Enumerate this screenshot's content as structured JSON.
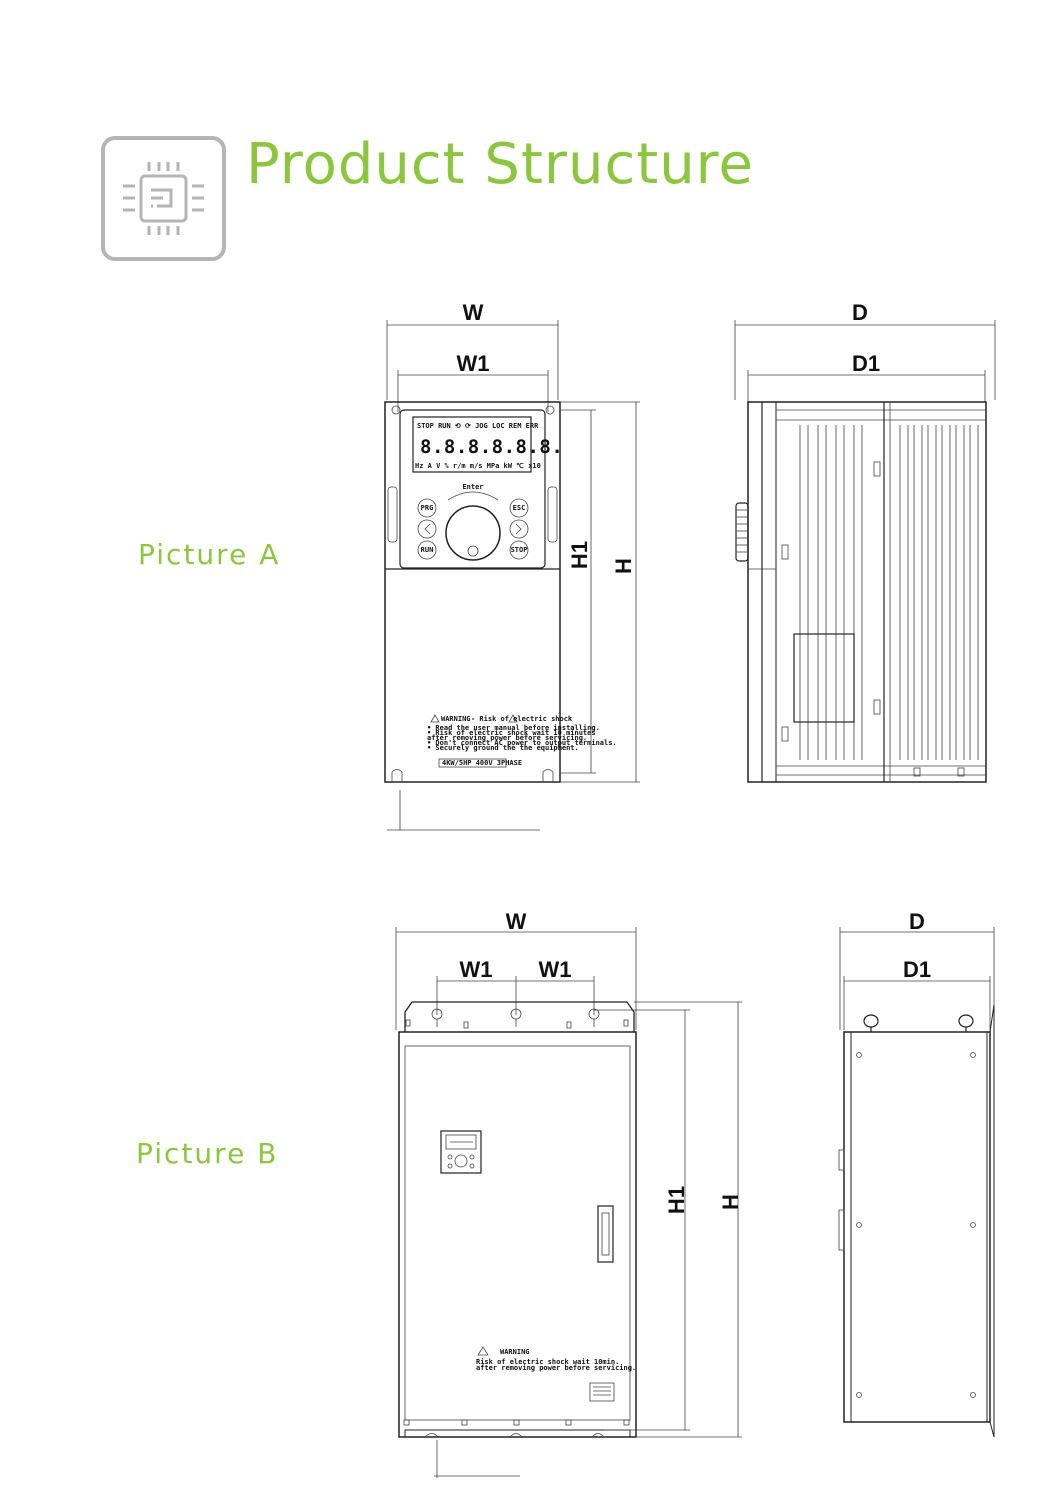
{
  "header": {
    "title": "Product Structure",
    "icon": "chip-icon",
    "accent_color": "#8cc63f",
    "icon_color": "#b5b5b5"
  },
  "picture_a": {
    "label": "Picture  A",
    "front": {
      "dim_w": "W",
      "dim_w1": "W1",
      "dim_h1": "H1",
      "dim_h": "H",
      "display_top": "STOP RUN ⟲ ⟳ JOG LOC REM ERR",
      "display_digits": "8.8.8.8.8.8.",
      "display_bottom": "Hz A V % r/m m/s MPa kW ℃ x10",
      "enter_label": "Enter",
      "btn_prg": "PRG",
      "btn_esc": "ESC",
      "btn_run": "RUN",
      "btn_stop": "STOP",
      "warning_title": "WARNING",
      "warning_sub": "- Risk of electric shock",
      "warning_lines": [
        "• Read the user manual before installing.",
        "• Risk of electric shock wait 10 minutes",
        "  after removing power before servicing.",
        "• Don't connect AC power to output terminals.",
        "• Securely ground the the equipment."
      ],
      "rating": "4KW/5HP  400V  3PHASE"
    },
    "side": {
      "dim_d": "D",
      "dim_d1": "D1"
    }
  },
  "picture_b": {
    "label": "Picture  B",
    "front": {
      "dim_w": "W",
      "dim_w1_left": "W1",
      "dim_w1_right": "W1",
      "dim_h1": "H1",
      "dim_h": "H",
      "warning_title": "WARNING",
      "warning_lines": [
        "Risk of electric shock wait 10min.",
        "after removing power before servicing."
      ]
    },
    "side": {
      "dim_d": "D",
      "dim_d1": "D1"
    }
  }
}
